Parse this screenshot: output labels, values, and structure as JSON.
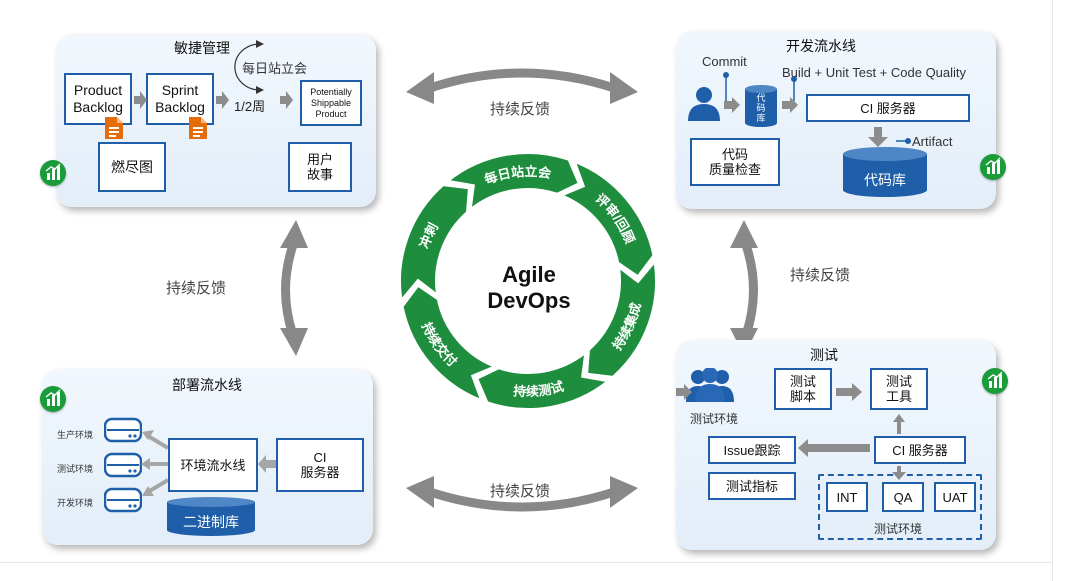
{
  "center": {
    "line1": "Agile",
    "line2": "DevOps",
    "segments": [
      "每日站立会",
      "评审/回顾",
      "持续集成",
      "持续测试",
      "持续交付",
      "冲刺"
    ]
  },
  "feedback_label": "持续反馈",
  "agile": {
    "title": "敏捷管理",
    "standup": "每日站立会",
    "product_backlog": "Product\nBacklog",
    "sprint_backlog": "Sprint\nBacklog",
    "period": "1/2周",
    "potentially_shippable": "Potentially\nShippable\nProduct",
    "burndown": "燃尽图",
    "user_story": "用户\n故事"
  },
  "ci_pipeline": {
    "title": "开发流水线",
    "commit": "Commit",
    "build": "Build + Unit Test + Code Quality",
    "repo_small": "代\n码\n库",
    "ci_server": "CI 服务器",
    "artifact": "Artifact",
    "quality_check": "代码\n质量检查",
    "code_repo": "代码库"
  },
  "testing": {
    "title": "测试",
    "env_label": "测试环境",
    "script": "测试\n脚本",
    "tool": "测试\n工具",
    "issue": "Issue跟踪",
    "ci_server": "CI 服务器",
    "metrics": "测试指标",
    "envs": [
      "INT",
      "QA",
      "UAT"
    ],
    "env_group": "测试环境"
  },
  "deploy": {
    "title": "部署流水线",
    "envs": [
      "生产环境",
      "测试环境",
      "开发环境"
    ],
    "env_pipeline": "环境流水线",
    "ci_server": "CI\n服务器",
    "binary_repo": "二进制库"
  },
  "colors": {
    "ring_green": "#1e8e3e",
    "box_border": "#1f5ea8",
    "badge_green": "#1a9c3a",
    "doc_orange": "#e46c0a",
    "person_blue": "#1f5ea8",
    "feedback_gray": "#7f7f7f"
  },
  "icons": [
    "chart-badge-icon",
    "person-icon",
    "document-icon",
    "server-icon",
    "database-icon"
  ]
}
